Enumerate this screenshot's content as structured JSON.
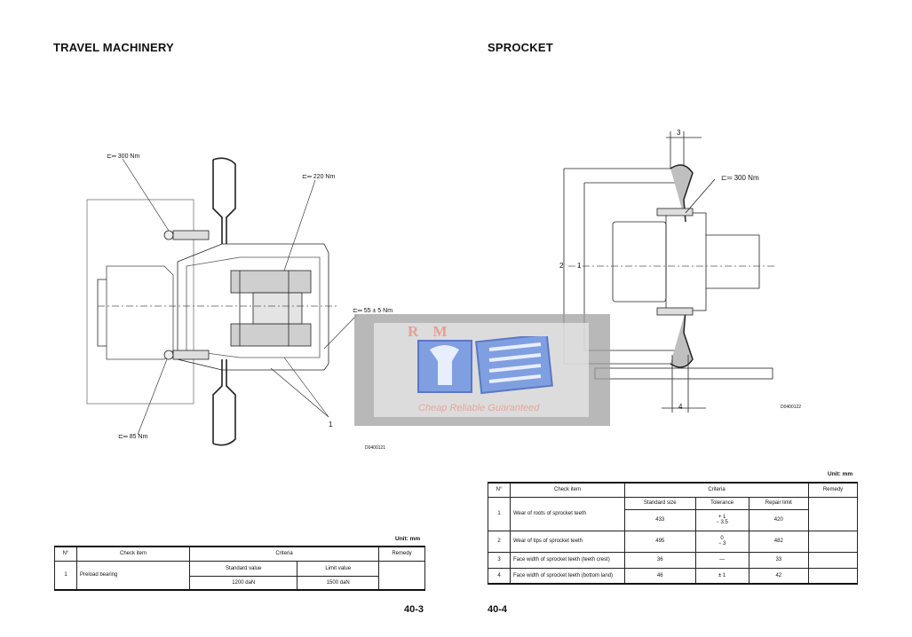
{
  "left_page": {
    "title": "TRAVEL MACHINERY",
    "torque_callouts": [
      "300 Nm",
      "220 Nm",
      "55 ± 5 Nm",
      "85 Nm"
    ],
    "callout_marker": "1",
    "drawing_code": "D0400121",
    "unit_label": "Unit: mm",
    "table": {
      "headers": {
        "no": "N°",
        "check_item": "Check item",
        "criteria": "Criteria",
        "remedy": "Remedy"
      },
      "sub_headers": [
        "Standard value",
        "Limit value"
      ],
      "rows": [
        {
          "no": "1",
          "item": "Preload bearing",
          "standard": "1200 daN",
          "limit": "1500 daN",
          "remedy": ""
        }
      ]
    },
    "page_number": "40-3"
  },
  "right_page": {
    "title": "SPROCKET",
    "torque_callouts": [
      "300 Nm"
    ],
    "dimension_labels": [
      "3",
      "2",
      "1",
      "4"
    ],
    "drawing_code": "D0400122",
    "unit_label": "Unit: mm",
    "table": {
      "headers": {
        "no": "N°",
        "check_item": "Check item",
        "criteria": "Criteria",
        "remedy": "Remedy"
      },
      "sub_headers": [
        "Standard size",
        "Tolerance",
        "Repair limit"
      ],
      "rows": [
        {
          "no": "1",
          "item": "Wear of roots of sprocket teeth",
          "standard": "433",
          "tol_top": "+ 1",
          "tol_bottom": "− 3.5",
          "limit": "420"
        },
        {
          "no": "2",
          "item": "Wear of tips of sprocket teeth",
          "standard": "495",
          "tol_top": "0",
          "tol_bottom": "− 3",
          "limit": "482"
        },
        {
          "no": "3",
          "item": "Face width of sprocket teeth (teeth crest)",
          "standard": "36",
          "tol_top": "—",
          "tol_bottom": "",
          "limit": "33"
        },
        {
          "no": "4",
          "item": "Face width of sprocket teeth (bottom land)",
          "standard": "46",
          "tol_top": "± 1",
          "tol_bottom": "",
          "limit": "42"
        }
      ]
    },
    "page_number": "40-4"
  },
  "watermark": {
    "letters": "R M",
    "tagline": "Cheap Reliable Guaranteed"
  }
}
